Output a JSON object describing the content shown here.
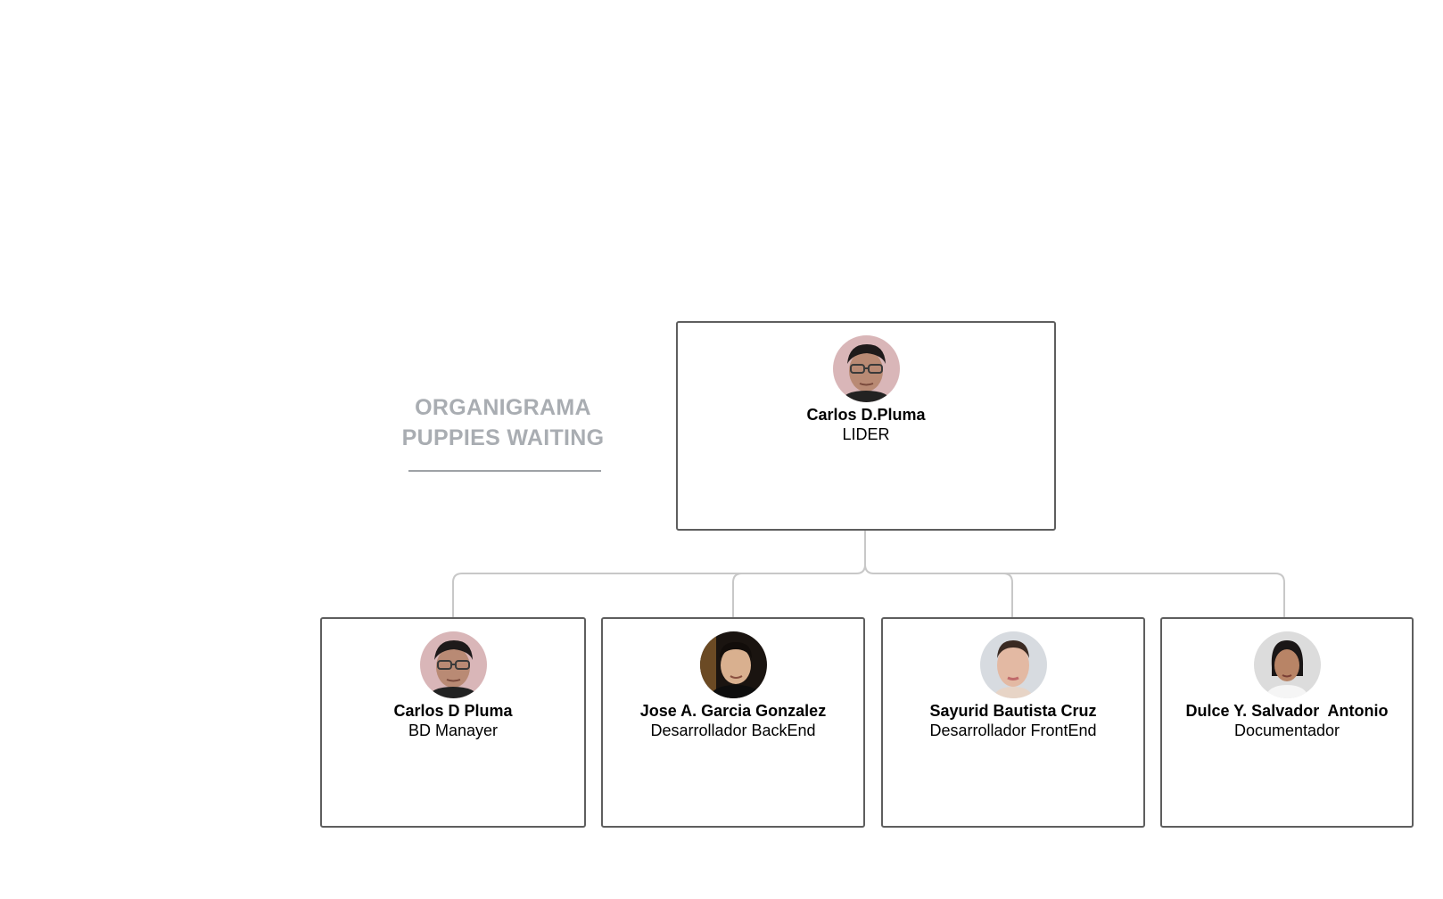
{
  "title": {
    "line1": "ORGANIGRAMA",
    "line2": "PUPPIES WAITING"
  },
  "leader": {
    "name": "Carlos D.Pluma",
    "role": "LIDER",
    "avatar": "glasses-man-photo"
  },
  "members": [
    {
      "name": "Carlos D Pluma",
      "role": "BD Manayer",
      "avatar": "glasses-man-photo"
    },
    {
      "name": "Jose A. Garcia Gonzalez",
      "role": "Desarrollador BackEnd",
      "avatar": "young-man-photo"
    },
    {
      "name": "Sayurid Bautista Cruz",
      "role": "Desarrollador FrontEnd",
      "avatar": "woman-photo"
    },
    {
      "name": "Dulce Y. Salvador  Antonio",
      "role": "Documentador",
      "avatar": "woman-dark-hair-photo"
    }
  ],
  "colors": {
    "title": "#a9adb2",
    "connector": "#c8c8c8",
    "card_border": "#5e5e5e"
  }
}
